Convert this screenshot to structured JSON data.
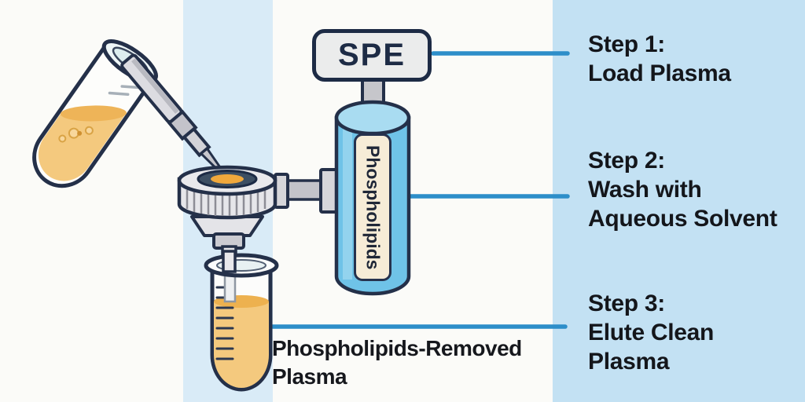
{
  "diagram": {
    "spe_box_label": "SPE",
    "column_label": "Phospholipids",
    "caption_lines": [
      "Phospholipids-Removed",
      "Plasma"
    ]
  },
  "steps": [
    {
      "lines": [
        "Step 1:",
        "Load Plasma"
      ]
    },
    {
      "lines": [
        "Step 2:",
        "Wash with",
        "Aqueous Solvent"
      ]
    },
    {
      "lines": [
        "Step 3:",
        "Elute Clean",
        "Plasma"
      ]
    }
  ],
  "colors": {
    "background": "#FBFBF8",
    "band_middle": "#D9EBF7",
    "panel_right": "#C3E1F3",
    "connector_line": "#2D8EC9",
    "column_blue": "#6FC3E8",
    "column_top_blue": "#A9DCF1",
    "label_cream": "#F6ECD7",
    "plasma_orange": "#F4C97E",
    "plasma_surface_orange": "#EDB14F",
    "outline_navy": "#243049",
    "text_dark": "#14161B"
  }
}
